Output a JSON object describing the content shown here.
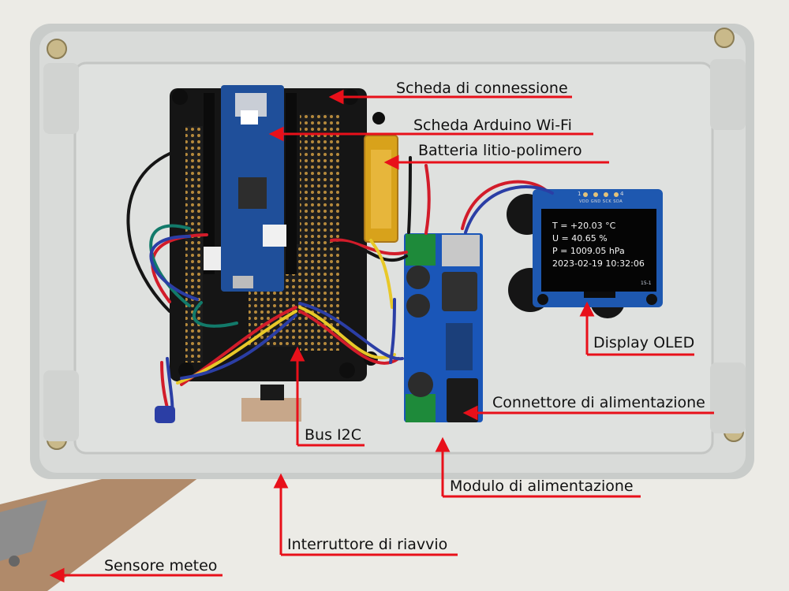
{
  "labels": {
    "scheda_connessione": "Scheda di connessione",
    "scheda_arduino": "Scheda Arduino Wi-Fi",
    "batteria": "Batteria litio-polimero",
    "display_oled": "Display OLED",
    "connettore_alimentazione": "Connettore di alimentazione",
    "modulo_alimentazione": "Modulo di alimentazione",
    "bus_i2c": "Bus I2C",
    "interruttore_riavvio": "Interruttore di riavvio",
    "sensore_meteo": "Sensore meteo"
  },
  "oled": {
    "line1": "T = +20.03 °C",
    "line2": "U = 40.65 %",
    "line3": "P = 1009.05 hPa",
    "line4": "2023-02-19 10:32:06",
    "pins": "VDD GND SCK SDA",
    "pin_left": "1",
    "pin_right": "4",
    "corner_mark": "15-1"
  },
  "colors": {
    "arrow": "#e8101a",
    "enclosure": "#d6d8d6",
    "perfboard": "#141414",
    "arduino_pcb": "#1f4f9a",
    "buck_pcb": "#1a56b8",
    "oled_pcb": "#1e58b0",
    "battery": "#d9a21a",
    "terminal": "#1a7a2e"
  }
}
